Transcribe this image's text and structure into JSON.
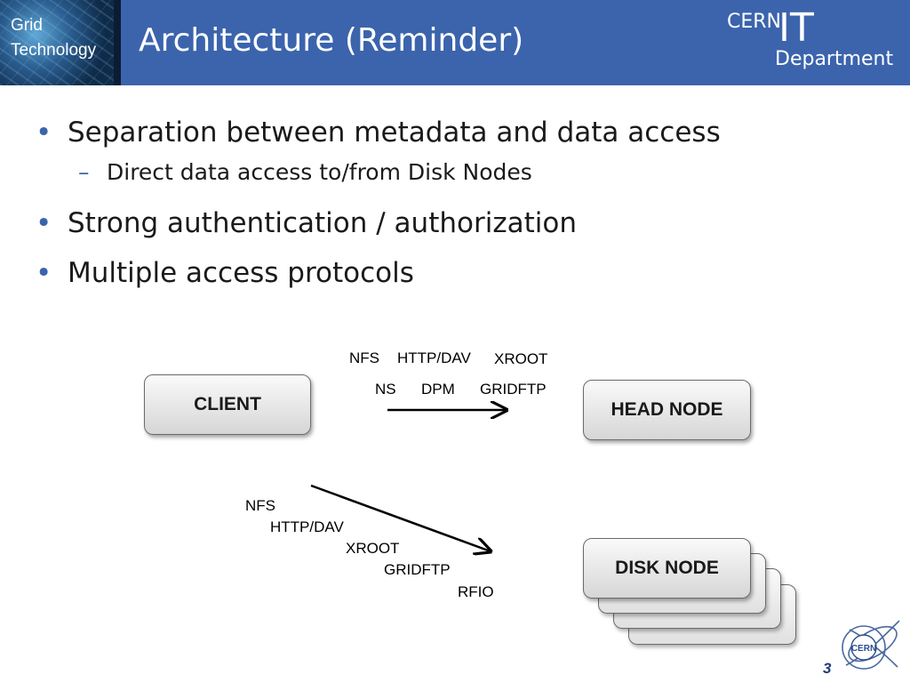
{
  "header": {
    "logo_line1": "Grid",
    "logo_line2": "Technology",
    "title": "Architecture (Reminder)",
    "brand_cern": "CERN",
    "brand_it": "IT",
    "brand_department": "Department"
  },
  "bullets": [
    {
      "text": "Separation between metadata and data access",
      "sub": [
        "Direct data access to/from Disk Nodes"
      ]
    },
    {
      "text": "Strong authentication / authorization",
      "sub": []
    },
    {
      "text": "Multiple access protocols",
      "sub": []
    }
  ],
  "diagram": {
    "client_label": "CLIENT",
    "head_node_label": "HEAD NODE",
    "disk_node_label": "DISK NODE",
    "head_protocols": [
      "NFS",
      "HTTP/DAV",
      "XROOT",
      "NS",
      "DPM",
      "GRIDFTP"
    ],
    "disk_protocols": [
      "NFS",
      "HTTP/DAV",
      "XROOT",
      "GRIDFTP",
      "RFIO"
    ]
  },
  "footer": {
    "seal_text": "CERN",
    "page_number": "3"
  },
  "colors": {
    "header_bg": "#3b64ad",
    "bullet_accent": "#3b64ad",
    "page_number": "#1f3e7a"
  }
}
